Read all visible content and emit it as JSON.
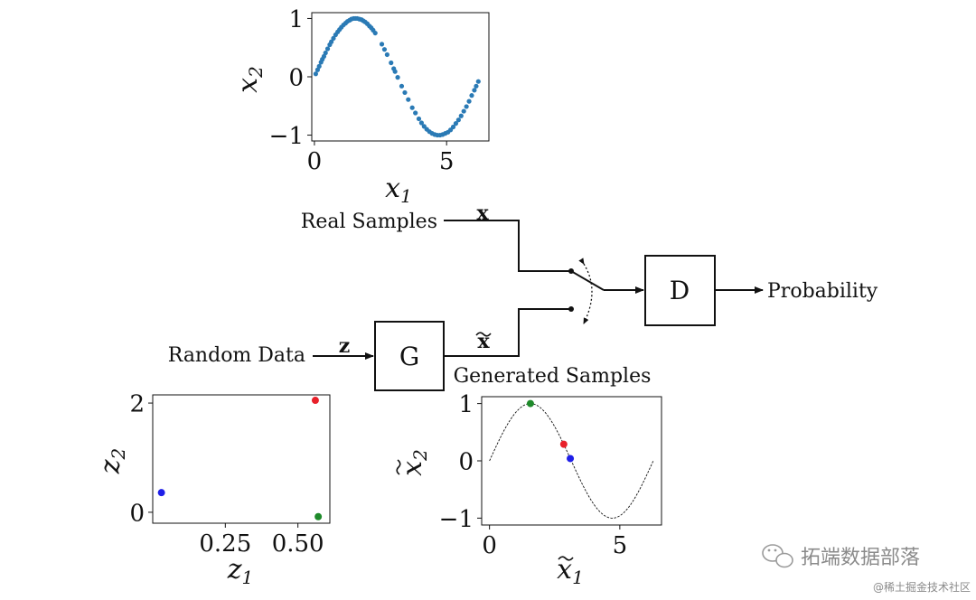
{
  "diagram": {
    "real_samples_label": "Real Samples",
    "random_data_label": "Random Data",
    "generated_samples_label": "Generated Samples",
    "probability_label": "Probability",
    "x_symbol": "x",
    "z_symbol": "z",
    "x_tilde_symbol": "x",
    "generator_label": "G",
    "discriminator_label": "D"
  },
  "watermark": {
    "brand": "拓端数据部落",
    "site": "@稀土掘金技术社区"
  },
  "colors": {
    "real_points": "#2a7ab5",
    "red": "#e8202a",
    "blue": "#1f1fe8",
    "green": "#1e8a2a"
  },
  "chart_data": [
    {
      "type": "scatter",
      "name": "real",
      "xlabel": "x_1",
      "ylabel": "x_2",
      "xlim": [
        -0.1,
        6.6
      ],
      "ylim": [
        -1.1,
        1.1
      ],
      "xticks": [
        0,
        5
      ],
      "xtick_labels": [
        "0",
        "5"
      ],
      "yticks": [
        1,
        0,
        -1
      ],
      "ytick_labels": [
        "1",
        "0",
        "−1"
      ],
      "function": "sin",
      "x": [
        0.05,
        0.12,
        0.18,
        0.25,
        0.3,
        0.36,
        0.42,
        0.5,
        0.58,
        0.64,
        0.72,
        0.8,
        0.88,
        0.95,
        1.02,
        1.1,
        1.18,
        1.25,
        1.33,
        1.4,
        1.48,
        1.55,
        1.62,
        1.7,
        1.78,
        1.85,
        1.92,
        2.0,
        2.08,
        2.15,
        2.22,
        2.3,
        2.55,
        2.65,
        2.75,
        2.9,
        3.0,
        3.05,
        3.15,
        3.3,
        3.42,
        3.55,
        3.7,
        3.82,
        3.95,
        4.05,
        4.15,
        4.25,
        4.35,
        4.45,
        4.55,
        4.65,
        4.75,
        4.85,
        4.95,
        5.05,
        5.15,
        5.25,
        5.35,
        5.45,
        5.55,
        5.65,
        5.75,
        5.85,
        5.95,
        6.05,
        6.12,
        6.2
      ],
      "y": [
        0.05,
        0.12,
        0.18,
        0.25,
        0.3,
        0.35,
        0.41,
        0.48,
        0.55,
        0.6,
        0.66,
        0.72,
        0.77,
        0.81,
        0.85,
        0.89,
        0.92,
        0.95,
        0.97,
        0.99,
        1.0,
        1.0,
        1.0,
        0.99,
        0.98,
        0.96,
        0.94,
        0.91,
        0.87,
        0.84,
        0.8,
        0.75,
        0.56,
        0.47,
        0.38,
        0.24,
        0.14,
        0.09,
        -0.01,
        -0.16,
        -0.27,
        -0.39,
        -0.53,
        -0.62,
        -0.72,
        -0.79,
        -0.85,
        -0.9,
        -0.94,
        -0.97,
        -0.99,
        -1.0,
        -1.0,
        -0.99,
        -0.97,
        -0.95,
        -0.91,
        -0.86,
        -0.8,
        -0.74,
        -0.67,
        -0.59,
        -0.51,
        -0.42,
        -0.32,
        -0.23,
        -0.16,
        -0.08
      ]
    },
    {
      "type": "scatter",
      "name": "latent",
      "xlabel": "z_1",
      "ylabel": "z_2",
      "xlim": [
        0.0,
        0.61
      ],
      "ylim": [
        -0.2,
        2.15
      ],
      "xticks": [
        0.25,
        0.5
      ],
      "xtick_labels": [
        "0.25",
        "0.50"
      ],
      "yticks": [
        2,
        0
      ],
      "ytick_labels": [
        "2",
        "0"
      ],
      "points": [
        {
          "x": 0.03,
          "y": 0.36,
          "color": "blue"
        },
        {
          "x": 0.56,
          "y": 2.05,
          "color": "red"
        },
        {
          "x": 0.57,
          "y": -0.08,
          "color": "green"
        }
      ]
    },
    {
      "type": "line",
      "name": "generated",
      "xlabel": "x_1",
      "ylabel": "x_2",
      "xlim": [
        -0.3,
        6.6
      ],
      "ylim": [
        -1.12,
        1.12
      ],
      "xticks": [
        0,
        5
      ],
      "xtick_labels": [
        "0",
        "5"
      ],
      "yticks": [
        1,
        0,
        -1
      ],
      "ytick_labels": [
        "1",
        "0",
        "−1"
      ],
      "function": "sin",
      "line_xmax": 6.283,
      "points": [
        {
          "x": 1.57,
          "y": 1.0,
          "color": "green"
        },
        {
          "x": 2.85,
          "y": 0.29,
          "color": "red"
        },
        {
          "x": 3.1,
          "y": 0.04,
          "color": "blue"
        }
      ]
    }
  ]
}
